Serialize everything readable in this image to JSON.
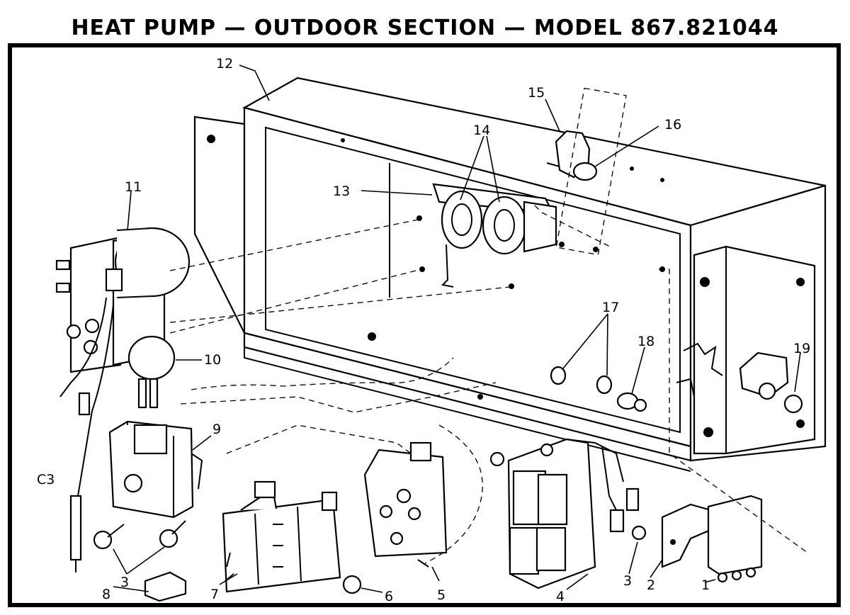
{
  "header": {
    "title": "HEAT PUMP — OUTDOOR SECTION — MODEL  867.821044"
  },
  "callouts": {
    "c1": "1",
    "c2": "2",
    "c3a": "3",
    "c3b": "3",
    "c4": "4",
    "c5": "5",
    "c6": "6",
    "c7": "7",
    "c8": "8",
    "c9": "9",
    "c10": "10",
    "c11": "11",
    "c12": "12",
    "c13": "13",
    "c14": "14",
    "c15": "15",
    "c16": "16",
    "c17": "17",
    "c18": "18",
    "c19": "19",
    "cC3": "C3"
  }
}
